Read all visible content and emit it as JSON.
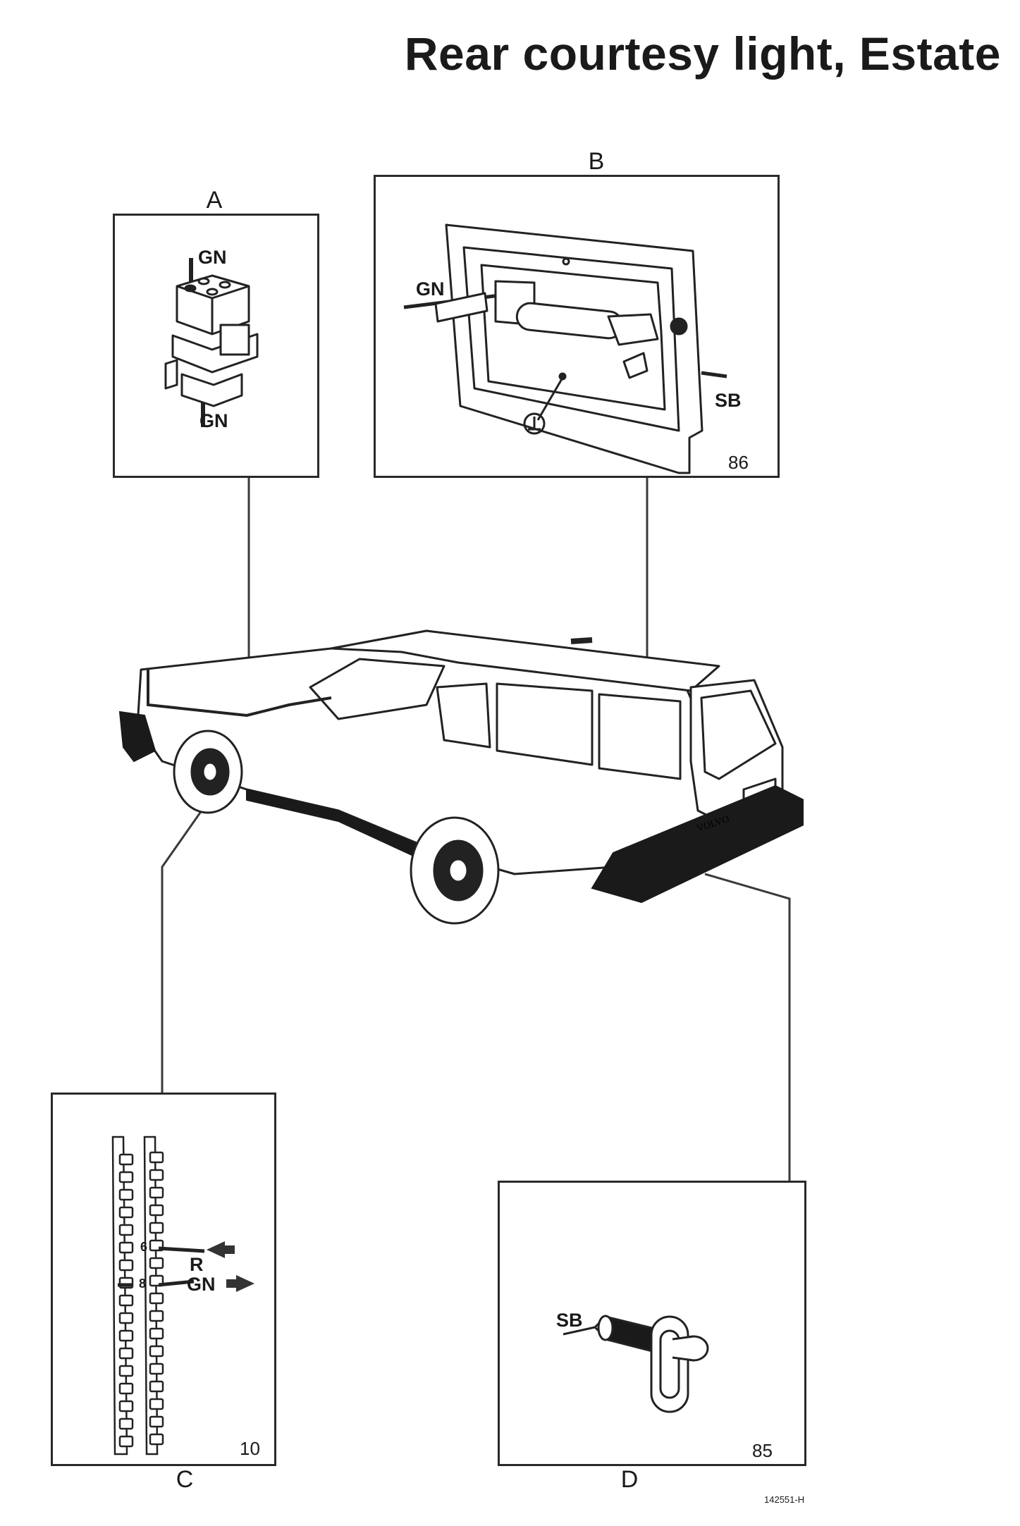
{
  "title": "Rear courtesy light, Estate",
  "panels": {
    "a": {
      "letter": "A",
      "labels": [
        "GN",
        "GN"
      ]
    },
    "b": {
      "letter": "B",
      "figure_number": "86",
      "labels": [
        "GN",
        "SB"
      ]
    },
    "c": {
      "letter": "C",
      "figure_number": "10",
      "terminal_numbers": [
        "6",
        "8"
      ],
      "labels": [
        "R",
        "GN"
      ]
    },
    "d": {
      "letter": "D",
      "figure_number": "85",
      "labels": [
        "SB"
      ]
    }
  },
  "car_badge": "VOLVO",
  "reference_code": "142551-H",
  "colors": {
    "ink": "#1a1a1a",
    "line": "#2a2a2a"
  }
}
